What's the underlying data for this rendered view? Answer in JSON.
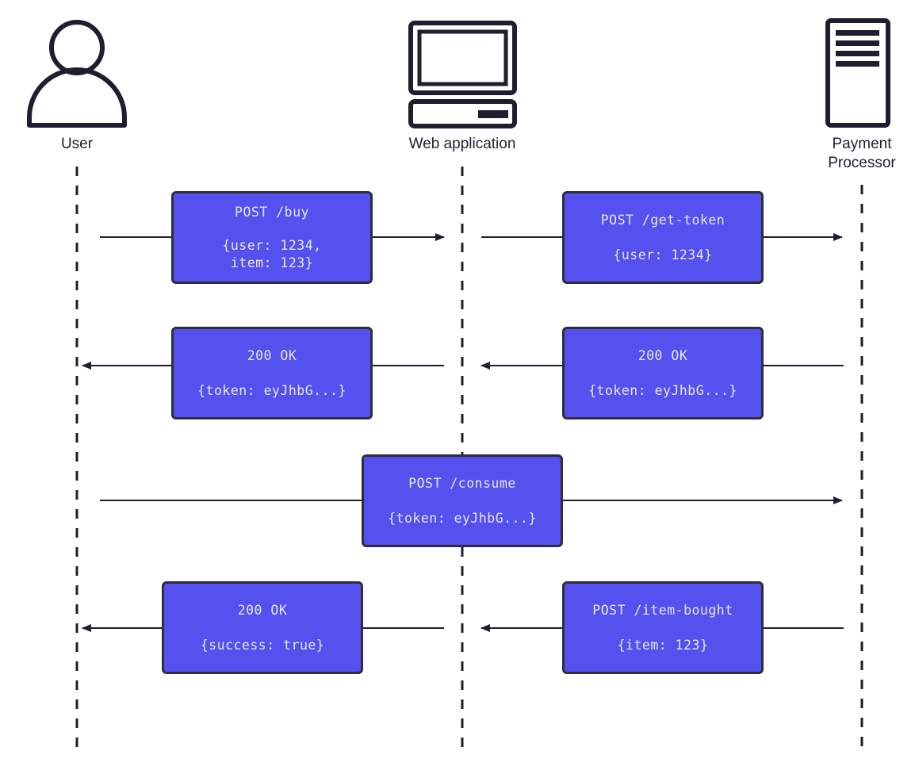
{
  "colors": {
    "box_fill": "#5551ee",
    "box_border": "#2d2d3e",
    "box_text": "#e6e6ff",
    "line": "#1e1e2e"
  },
  "actors": [
    {
      "id": "user",
      "label": "User",
      "icon": "person-icon"
    },
    {
      "id": "web",
      "label": "Web application",
      "icon": "computer-icon"
    },
    {
      "id": "payment",
      "label": "Payment\nProcessor",
      "icon": "server-icon"
    }
  ],
  "messages": [
    {
      "title": "POST /buy",
      "body": "{user: 1234,\nitem: 123}"
    },
    {
      "title": "POST /get-token",
      "body": "{user: 1234}"
    },
    {
      "title": "200 OK",
      "body": "{token: eyJhbG...}"
    },
    {
      "title": "200 OK",
      "body": "{token: eyJhbG...}"
    },
    {
      "title": "POST /consume",
      "body": "{token: eyJhbG...}"
    },
    {
      "title": "200 OK",
      "body": "{success: true}"
    },
    {
      "title": "POST /item-bought",
      "body": "{item: 123}"
    }
  ]
}
